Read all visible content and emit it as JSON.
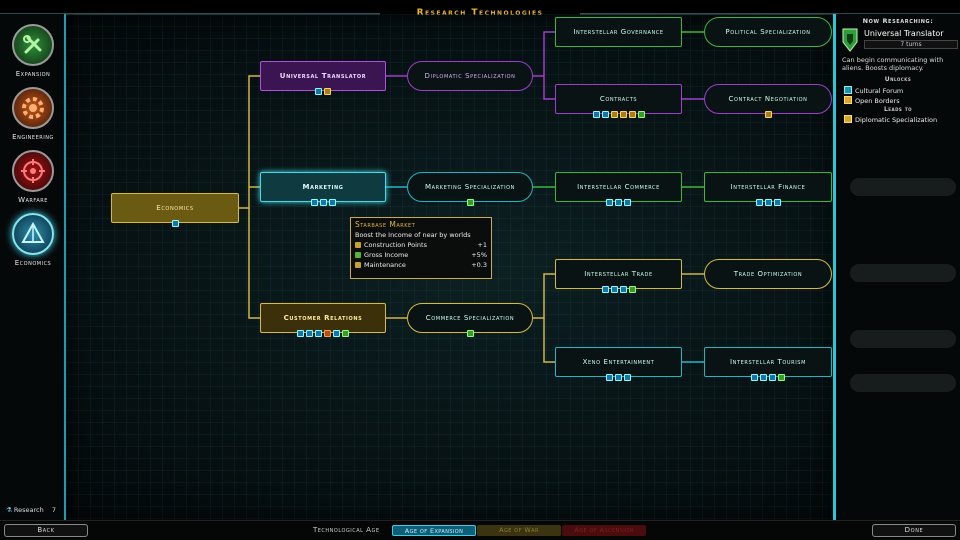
{
  "title": "Research Technologies",
  "categories": [
    {
      "label": "Expansion",
      "icon": "wrench-icon",
      "color": "#3ab24a"
    },
    {
      "label": "Engineering",
      "icon": "gear-icon",
      "color": "#e06a1a"
    },
    {
      "label": "Warfare",
      "icon": "target-icon",
      "color": "#cc1f1f"
    },
    {
      "label": "Economics",
      "icon": "pyramid-icon",
      "color": "#2fa8c8"
    }
  ],
  "tree": {
    "economics": "Economics",
    "universal_translator": "Universal Translator",
    "diplomatic_specialization": "Diplomatic Specialization",
    "interstellar_governance": "Interstellar Governance",
    "political_specialization": "Political Specialization",
    "contracts": "Contracts",
    "contract_negotiation": "Contract Negotiation",
    "marketing": "Marketing",
    "marketing_specialization": "Marketing Specialization",
    "interstellar_commerce": "Interstellar Commerce",
    "interstellar_finance": "Interstellar Finance",
    "customer_relations": "Customer Relations",
    "commerce_specialization": "Commerce Specialization",
    "interstellar_trade": "Interstellar Trade",
    "trade_optimization": "Trade Optimization",
    "xeno_entertainment": "Xeno Entertainment",
    "interstellar_tourism": "Interstellar Tourism"
  },
  "tooltip": {
    "title": "Starbase Market",
    "desc": "Boost the Income of near by worlds",
    "rows": [
      {
        "label": "Construction Points",
        "value": "+1"
      },
      {
        "label": "Gross Income",
        "value": "+5%"
      },
      {
        "label": "Maintenance",
        "value": "+0.3"
      }
    ]
  },
  "now_researching": {
    "header": "Now Researching:",
    "tech": "Universal Translator",
    "turns": "7 turns",
    "desc": "Can begin communicating with aliens. Boosts diplomacy.",
    "unlocks_label": "Unlocks",
    "unlocks": [
      "Cultural Forum",
      "Open Borders"
    ],
    "leads_to_label": "Leads to",
    "leads_to": [
      "Diplomatic Specialization"
    ]
  },
  "bottom": {
    "back": "Back",
    "done": "Done",
    "age_label": "Technological Age",
    "ages": [
      "Age of Expansion",
      "Age of War",
      "Age of Ascension"
    ]
  },
  "research_indicator": {
    "label": "Research",
    "value": "7"
  }
}
